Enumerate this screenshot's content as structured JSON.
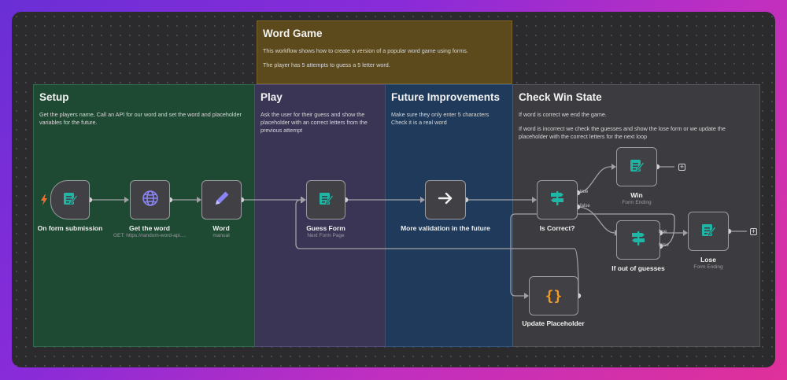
{
  "colors": {
    "setup_bg": "#1e4a33",
    "play_bg": "#3a3555",
    "future_bg": "#1f3a5a",
    "check_bg": "#3c3c40",
    "wordgame_bg": "#5c4a1c",
    "icon_teal": "#1fb6a6",
    "icon_purple": "#8a84f5",
    "icon_orange": "#f59a23"
  },
  "stickies": {
    "word_game": {
      "title": "Word Game",
      "p1": "This workflow shows how to create a version of a popular word game using forms.",
      "p2": "The player has 5 attempts to guess a 5 letter word."
    },
    "setup": {
      "title": "Setup",
      "p1": "Get the players name, Call an API for our word and set the word and placeholder variables for the future."
    },
    "play": {
      "title": "Play",
      "p1": "Ask the user for their guess and show the placeholder with an correct letters from the previous attempt"
    },
    "future": {
      "title": "Future Improvements",
      "p1": "Make sure they only enter 5 characters\nCheck it is a real word"
    },
    "check": {
      "title": "Check Win State",
      "p1": "If word is correct we end the game.",
      "p2": "If word is incorrect we check the guesses and show the lose form or we update the placeholder with the correct letters for the next loop"
    }
  },
  "nodes": {
    "form_submission": {
      "label": "On form submission",
      "icon": "form-icon"
    },
    "get_word": {
      "label": "Get the word",
      "sub": "GET: https://random-word-api....",
      "icon": "globe-icon"
    },
    "word": {
      "label": "Word",
      "sub": "manual",
      "icon": "pencil-icon"
    },
    "guess_form": {
      "label": "Guess Form",
      "sub": "Next Form Page",
      "icon": "form-icon"
    },
    "more_validation": {
      "label": "More validation in the future",
      "icon": "arrow-right-icon"
    },
    "is_correct": {
      "label": "Is Correct?",
      "icon": "signpost-icon",
      "true_label": "true",
      "false_label": "false"
    },
    "win": {
      "label": "Win",
      "sub": "Form Ending",
      "icon": "form-icon"
    },
    "out_of_guesses": {
      "label": "If out of guesses",
      "icon": "signpost-icon",
      "true_label": "true",
      "false_label": "false"
    },
    "lose": {
      "label": "Lose",
      "sub": "Form Ending",
      "icon": "form-icon"
    },
    "update_placeholder": {
      "label": "Update Placeholder",
      "icon": "code-braces-icon"
    }
  },
  "plus_symbol": "+"
}
